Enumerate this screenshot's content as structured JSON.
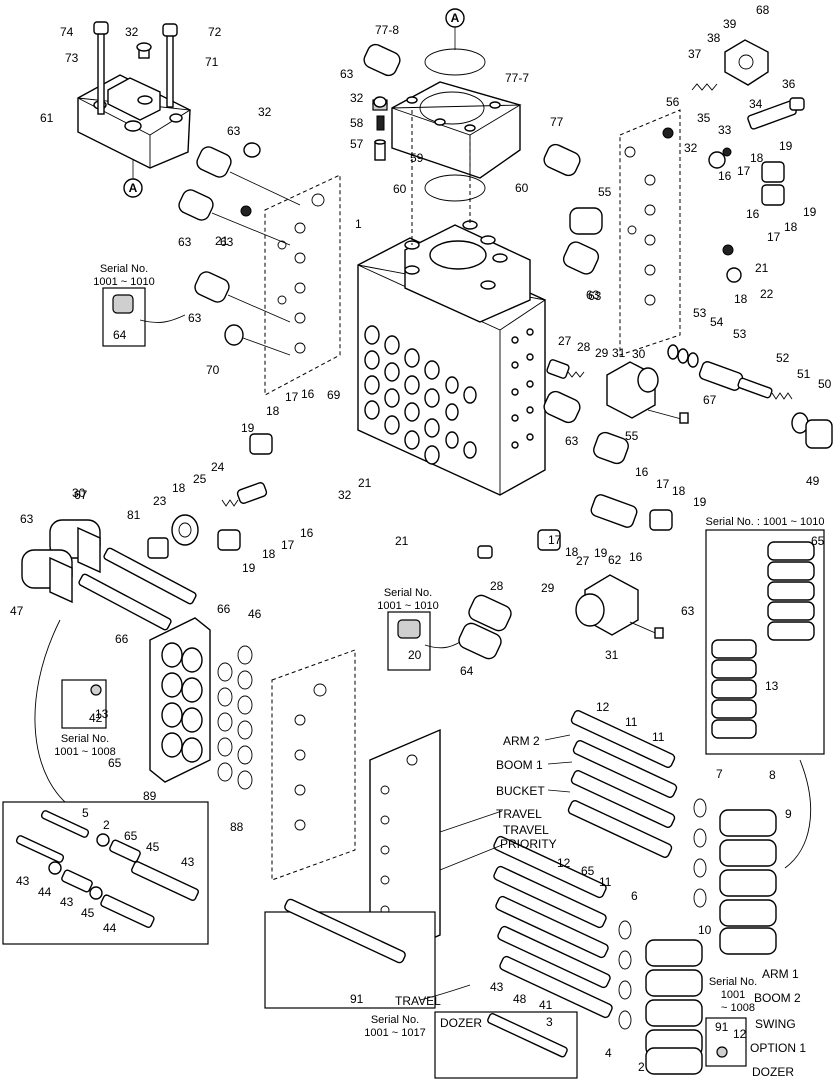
{
  "reference_mark": "A",
  "notes": {
    "serial_1001_1010": "Serial No.",
    "serial_1001_1010_range": "1001 ~ 1010",
    "serial_right_top": "Serial No. : 1001 ~ 1010",
    "serial_1001_1008": "Serial No.",
    "serial_1001_1008_range": "1001 ~ 1008",
    "serial_1001_1017": "Serial No.",
    "serial_1001_1017_range": "1001 ~ 1017",
    "serial_bottom_right": "Serial No.",
    "serial_bottom_right_1": "1001",
    "serial_bottom_right_2": "~ 1008"
  },
  "section_labels": {
    "arm2": "ARM 2",
    "boom1": "BOOM 1",
    "bucket": "BUCKET",
    "travel": "TRAVEL",
    "travel_priority_1": "TRAVEL",
    "travel_priority_2": "PRIORITY",
    "arm1": "ARM 1",
    "boom2": "BOOM 2",
    "swing": "SWING",
    "option1": "OPTION 1",
    "dozer": "DOZER",
    "travel_inset": "TRAVEL",
    "dozer_inset": "DOZER"
  },
  "callouts": [
    "74",
    "32",
    "72",
    "73",
    "71",
    "61",
    "63",
    "32",
    "63",
    "63",
    "21",
    "63",
    "70",
    "64",
    "77-8",
    "77-7",
    "63",
    "32",
    "77",
    "58",
    "57",
    "59",
    "60",
    "60",
    "1",
    "63",
    "55",
    "63",
    "39",
    "68",
    "38",
    "37",
    "36",
    "56",
    "35",
    "34",
    "33",
    "32",
    "16",
    "19",
    "18",
    "17",
    "19",
    "16",
    "18",
    "17",
    "21",
    "18",
    "22",
    "53",
    "54",
    "53",
    "52",
    "51",
    "50",
    "49",
    "27",
    "28",
    "29",
    "31",
    "30",
    "67",
    "63",
    "55",
    "69",
    "18",
    "17",
    "16",
    "19",
    "32",
    "21",
    "24",
    "25",
    "18",
    "23",
    "81",
    "19",
    "18",
    "17",
    "16",
    "21",
    "16",
    "17",
    "18",
    "19",
    "16",
    "17",
    "18",
    "19",
    "62",
    "27",
    "28",
    "29",
    "20",
    "31",
    "63",
    "64",
    "30",
    "67",
    "63",
    "47",
    "66",
    "46",
    "66",
    "13",
    "42",
    "65",
    "89",
    "88",
    "65",
    "13",
    "12",
    "11",
    "11",
    "7",
    "8",
    "9",
    "12",
    "65",
    "11",
    "6",
    "10",
    "5",
    "2",
    "65",
    "45",
    "43",
    "44",
    "43",
    "45",
    "43",
    "44",
    "43",
    "48",
    "41",
    "91",
    "3",
    "4",
    "2",
    "91",
    "12",
    "11",
    "88",
    "89"
  ]
}
